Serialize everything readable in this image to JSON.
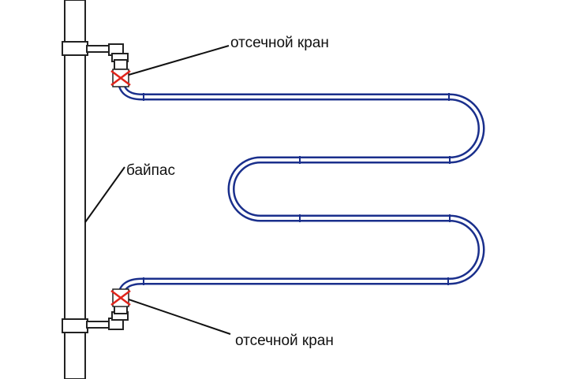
{
  "labels": {
    "valve_top": "отсечной кран",
    "bypass": "байпас",
    "valve_bottom": "отсечной кран"
  },
  "colors": {
    "coil_outline": "#1a2f8c",
    "pipe_outline": "#222222",
    "valve_mark": "#e0241b",
    "leader_line": "#111111"
  }
}
